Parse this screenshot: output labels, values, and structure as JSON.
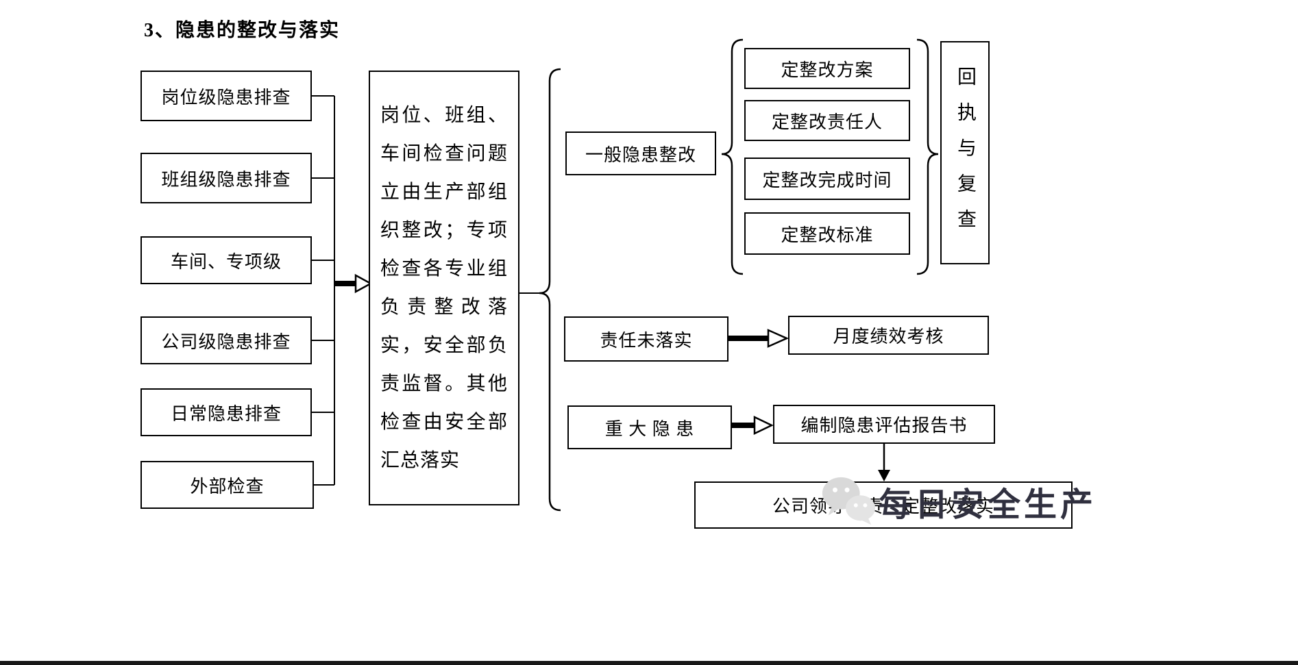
{
  "page": {
    "title": "3、隐患的整改与落实",
    "colors": {
      "line": "#000000",
      "background": "#ffffff",
      "watermark_text": "#30303f"
    }
  },
  "left_column": {
    "items": [
      {
        "label": "岗位级隐患排查"
      },
      {
        "label": "班组级隐患排查"
      },
      {
        "label": "车间、专项级"
      },
      {
        "label": "公司级隐患排查"
      },
      {
        "label": "日常隐患排查"
      },
      {
        "label": "外部检查"
      }
    ]
  },
  "center_box": {
    "text": "岗位、班组、车间检查问题立由生产部组织整改；专项检查各专业组负责整改落实，安全部负责监督。其他检查由安全部汇总落实"
  },
  "general_branch": {
    "label": "一般隐患整改",
    "measures": [
      {
        "label": "定整改方案"
      },
      {
        "label": "定整改责任人"
      },
      {
        "label": "定整改完成时间"
      },
      {
        "label": "定整改标准"
      }
    ],
    "result": "回执与复查"
  },
  "responsibility_branch": {
    "label": "责任未落实",
    "result": "月度绩效考核"
  },
  "major_branch": {
    "label": "重 大 隐 患",
    "report": "编制隐患评估报告书",
    "followup": "公司领导负责　定整改落实"
  },
  "watermark": {
    "icon": "wechat-icon",
    "text": "每日安全生产"
  }
}
